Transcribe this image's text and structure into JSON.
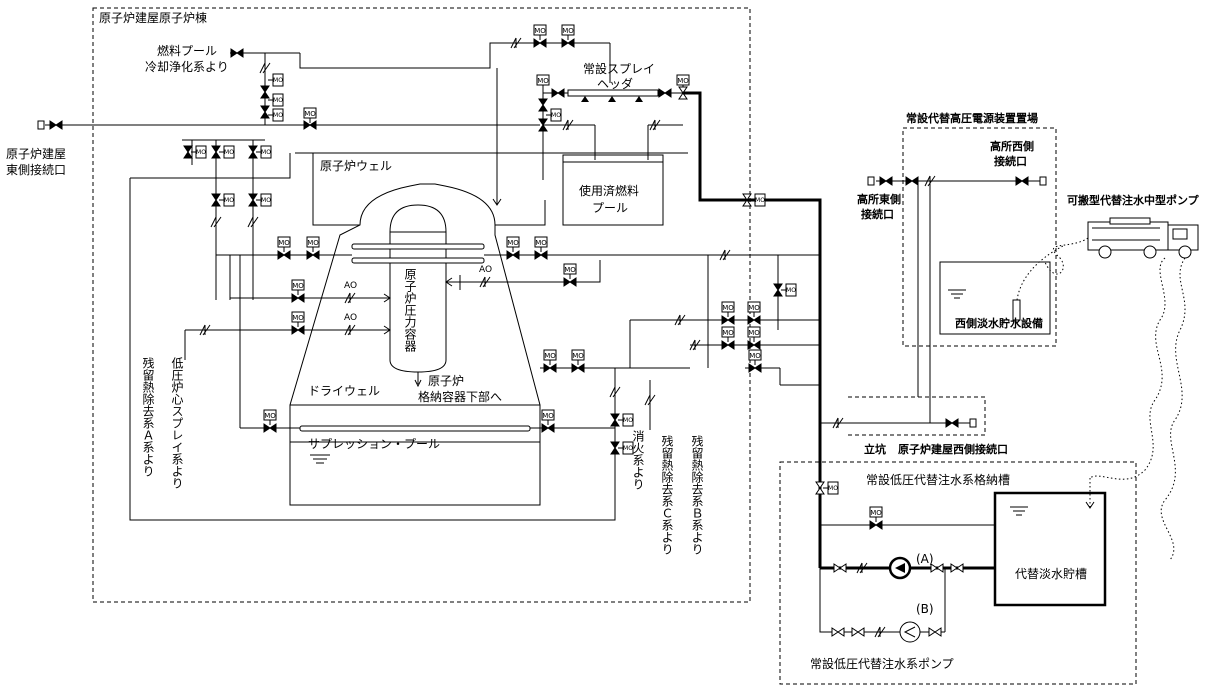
{
  "labels": {
    "reactor_building": "原子炉建屋原子炉棟",
    "fuel_pool_cooling": "燃料プール",
    "fuel_pool_cooling_2": "冷却浄化系より",
    "east_connection_1": "原子炉建屋",
    "east_connection_2": "東側接続口",
    "spray_header_1": "常設スプレイ",
    "spray_header_2": "ヘッダ",
    "reactor_well": "原子炉ウェル",
    "spent_fuel_pool_1": "使用済燃料",
    "spent_fuel_pool_2": "プール",
    "rpv": "原子炉圧力容器",
    "drywell": "ドライウェル",
    "lower_pcv_1": "原子炉",
    "lower_pcv_2": "格納容器下部へ",
    "suppression_pool": "サプレッション・プール",
    "rhr_a": "残留熱除去系Ａ系より",
    "lpcs": "低圧炉心スプレイ系より",
    "fire_water": "消火系より",
    "rhr_c": "残留熱除去系Ｃ系より",
    "rhr_b": "残留熱除去系Ｂ系より",
    "hv_building": "常設代替高圧電源装置置場",
    "high_west_1": "高所西側",
    "high_west_2": "接続口",
    "high_east_1": "高所東側",
    "high_east_2": "接続口",
    "portable_pump": "可搬型代替注水中型ポンプ",
    "west_water_tank": "西側淡水貯水設備",
    "shaft": "立坑",
    "west_connection": "原子炉建屋西側接続口",
    "lp_storage": "常設低圧代替注水系格納槽",
    "alt_tank": "代替淡水貯槽",
    "pump_a": "(A)",
    "pump_b": "(B)",
    "lp_pumps": "常設低圧代替注水系ポンプ",
    "mo": "MO",
    "ao": "AO"
  },
  "colors": {
    "line": "#000000",
    "background": "#ffffff"
  }
}
